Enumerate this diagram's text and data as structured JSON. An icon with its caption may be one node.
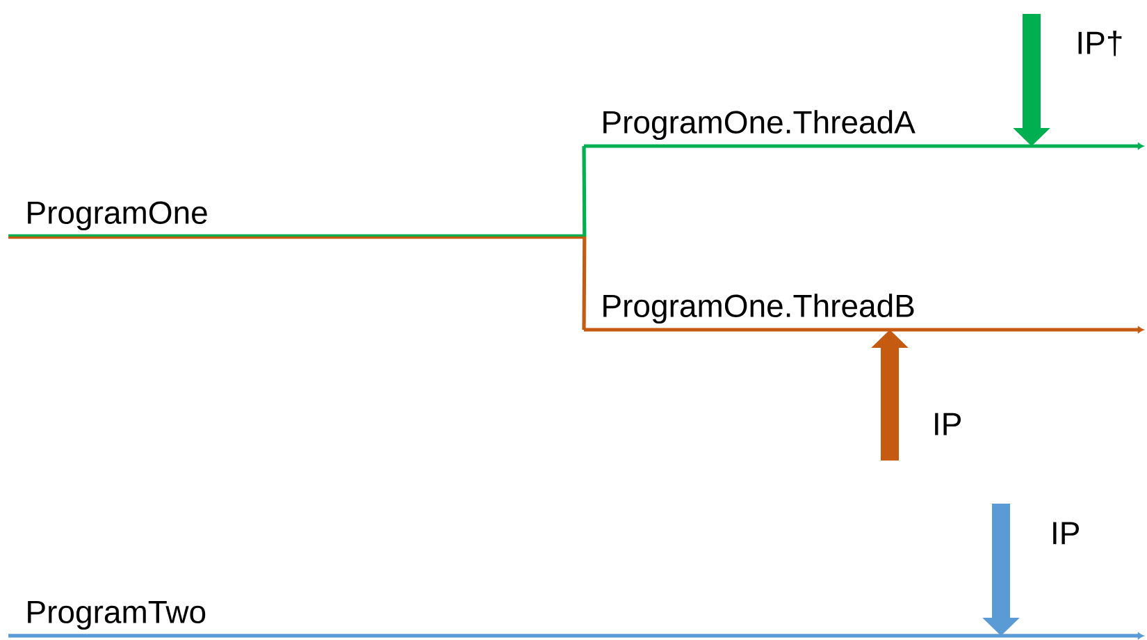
{
  "diagram": {
    "nodes": [
      {
        "text": [
          "ProgramOne"
        ]
      },
      {
        "text": [
          "ProgramOne.ThreadA"
        ]
      },
      {
        "text": [
          "ProgramOne.ThreadB"
        ]
      },
      {
        "text": [
          "ProgramTwo"
        ]
      },
      {
        "text": [
          "IP†"
        ]
      },
      {
        "text": [
          "IP"
        ]
      },
      {
        "text": [
          "IP"
        ]
      }
    ],
    "edges": [
      {
        "from": 0,
        "to": 1,
        "arrow": "none",
        "color": "#00b050"
      },
      {
        "from": 0,
        "to": 2,
        "arrow": "none",
        "color": "#c55a11"
      },
      {
        "from": 4,
        "to": 1,
        "arrow": "to",
        "color": "#00b050"
      },
      {
        "from": 5,
        "to": 2,
        "arrow": "to",
        "color": "#c55a11"
      },
      {
        "from": 6,
        "to": 3,
        "arrow": "to",
        "color": "#5b9bd5"
      }
    ]
  }
}
